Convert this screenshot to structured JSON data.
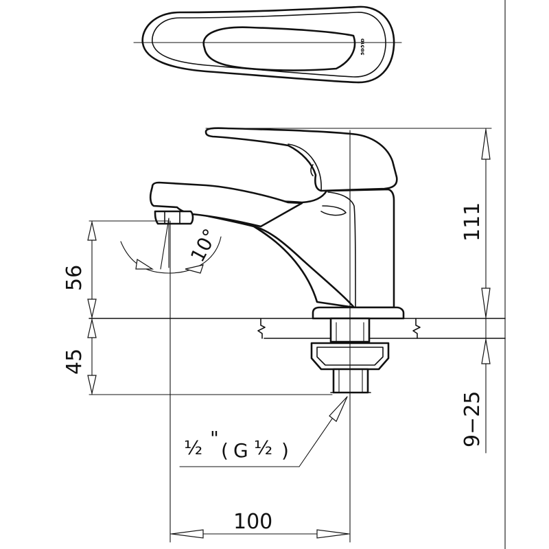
{
  "drawing": {
    "brand_mark": "ɑɩɕɞɕ",
    "dimensions": {
      "overall_height": "111",
      "spout_height": "56",
      "shank_length": "45",
      "deck_thickness": "9−25",
      "reach": "100",
      "angle": "10°"
    },
    "thread": {
      "half": "½",
      "inch_mark": "\"",
      "open_paren": "(",
      "g_label": "G",
      "close_paren": ")"
    }
  }
}
